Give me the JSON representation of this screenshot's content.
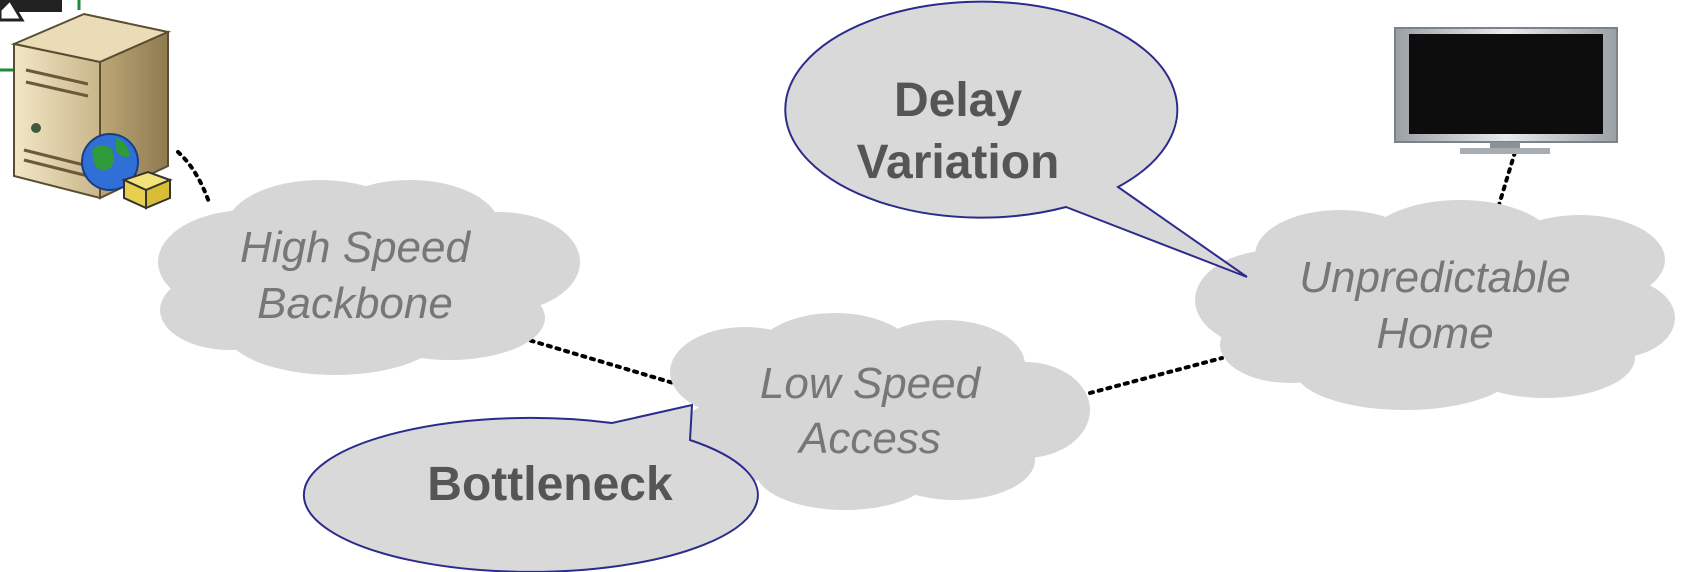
{
  "clouds": {
    "backbone": {
      "line1": "High Speed",
      "line2": "Backbone"
    },
    "access": {
      "line1": "Low Speed",
      "line2": "Access"
    },
    "home": {
      "line1": "Unpredictable",
      "line2": "Home"
    }
  },
  "callouts": {
    "delay": {
      "line1": "Delay",
      "line2": "Variation"
    },
    "bottleneck": {
      "line1": "Bottleneck"
    }
  },
  "icons": {
    "server": "server-icon",
    "tv": "television-icon"
  },
  "colors": {
    "cloud_fill": "#d6d6d6",
    "cloud_text": "#777777",
    "callout_fill": "#d9d9d9",
    "callout_stroke": "#2b2b8c",
    "callout_text": "#555555",
    "link": "#000000"
  }
}
